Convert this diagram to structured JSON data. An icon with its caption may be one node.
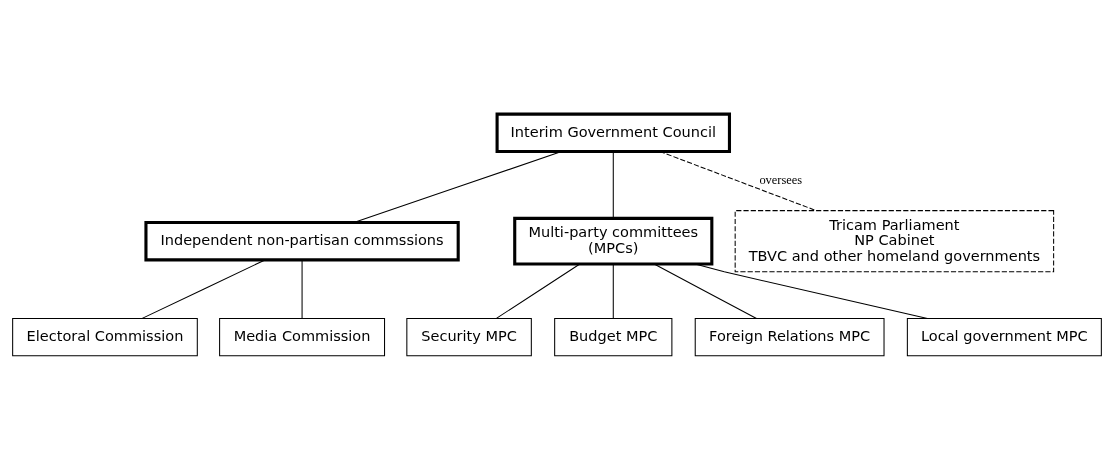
{
  "diagram": {
    "nodes": [
      {
        "text": [
          "Interim Government Council"
        ]
      },
      {
        "text": [
          "Independent non-partisan commssions"
        ]
      },
      {
        "text": [
          "Multi-party committees",
          "(MPCs)"
        ]
      },
      {
        "text": [
          "Electoral Commission"
        ]
      },
      {
        "text": [
          "Media Commission"
        ]
      },
      {
        "text": [
          "Security MPC"
        ]
      },
      {
        "text": [
          "Budget MPC"
        ]
      },
      {
        "text": [
          "Foreign Relations MPC"
        ]
      },
      {
        "text": [
          "Local government MPC"
        ]
      },
      {
        "text": [
          "Tricam Parliament",
          "NP Cabinet",
          "TBVC and other homeland governments"
        ]
      }
    ],
    "edges": [
      {
        "from": 0,
        "to": 1,
        "arrow": "none"
      },
      {
        "from": 0,
        "to": 2,
        "arrow": "none"
      },
      {
        "from": 1,
        "to": 3,
        "arrow": "none"
      },
      {
        "from": 1,
        "to": 4,
        "arrow": "none"
      },
      {
        "from": 2,
        "to": 5,
        "arrow": "none"
      },
      {
        "from": 2,
        "to": 6,
        "arrow": "none"
      },
      {
        "from": 2,
        "to": 7,
        "arrow": "none"
      },
      {
        "from": 2,
        "to": 8,
        "arrow": "none"
      },
      {
        "from": 0,
        "to": 9,
        "arrow": "none",
        "label": "oversees",
        "style": "dashed"
      }
    ]
  }
}
